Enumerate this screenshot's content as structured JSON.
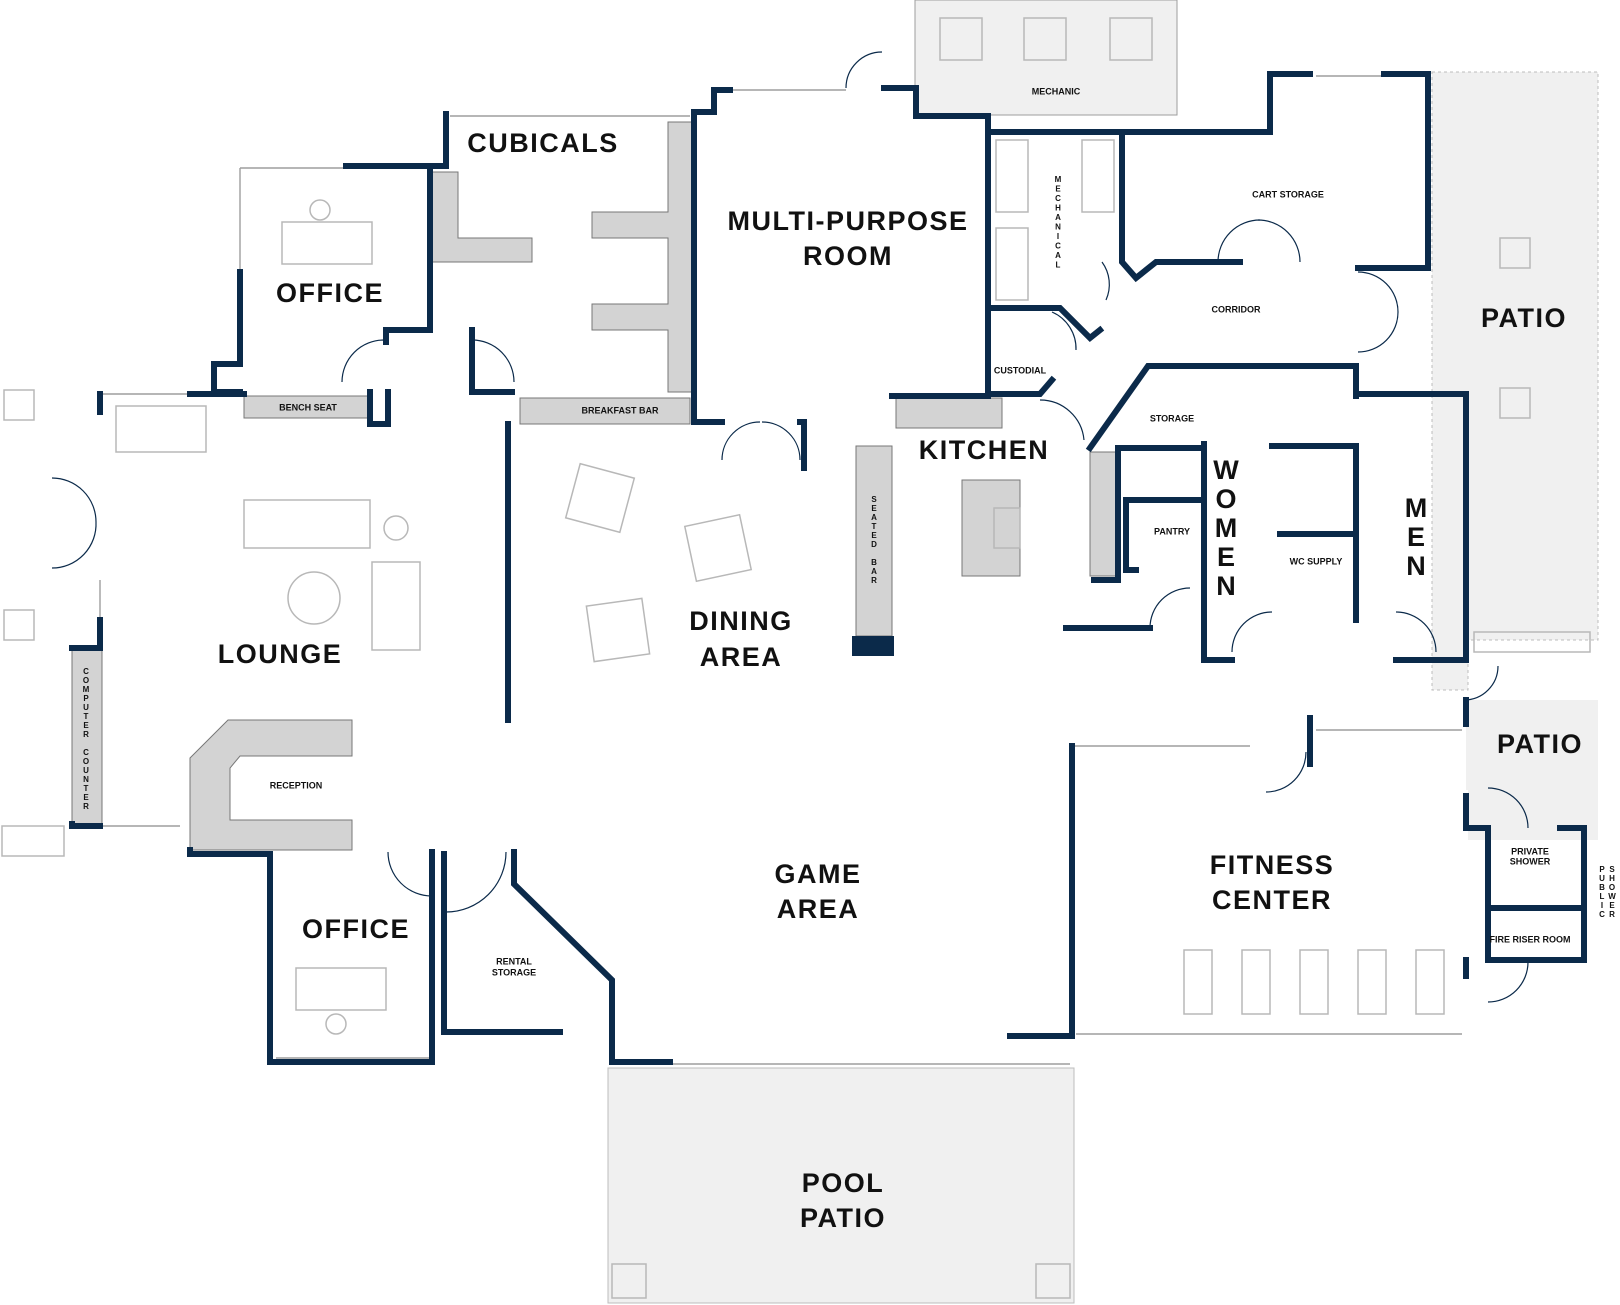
{
  "colors": {
    "wall": "#0b2a4a",
    "patio": "#f0f0f0",
    "fixture": "#d3d3d3",
    "furniture_line": "#b8b8b8"
  },
  "rooms": {
    "office_top": "OFFICE",
    "cubicals": "CUBICALS",
    "multi_purpose": [
      "MULTI-PURPOSE",
      "ROOM"
    ],
    "mechanic": "MECHANIC",
    "mechanical": "MECHANICAL",
    "cart_storage": "CART STORAGE",
    "corridor": "CORRIDOR",
    "patio_right": "PATIO",
    "custodial": "CUSTODIAL",
    "kitchen": "KITCHEN",
    "storage": "STORAGE",
    "women": "WOMEN",
    "men": "MEN",
    "pantry": "PANTRY",
    "wc_supply": "WC SUPPLY",
    "seated_bar": "SEATED BAR",
    "bench_seat": "BENCH SEAT",
    "breakfast_bar": "BREAKFAST BAR",
    "lounge": "LOUNGE",
    "dining": [
      "DINING",
      "AREA"
    ],
    "computer_counter": "COMPUTER COUNTER",
    "reception": "RECEPTION",
    "patio_mid": "PATIO",
    "fitness": [
      "FITNESS",
      "CENTER"
    ],
    "private_shower": [
      "PRIVATE",
      "SHOWER"
    ],
    "public_shower": "PUBLIC SHOWER",
    "fire_riser": "FIRE RISER ROOM",
    "office_bottom": "OFFICE",
    "rental_storage": [
      "RENTAL",
      "STORAGE"
    ],
    "game_area": [
      "GAME",
      "AREA"
    ],
    "pool_patio": [
      "POOL",
      "PATIO"
    ]
  }
}
